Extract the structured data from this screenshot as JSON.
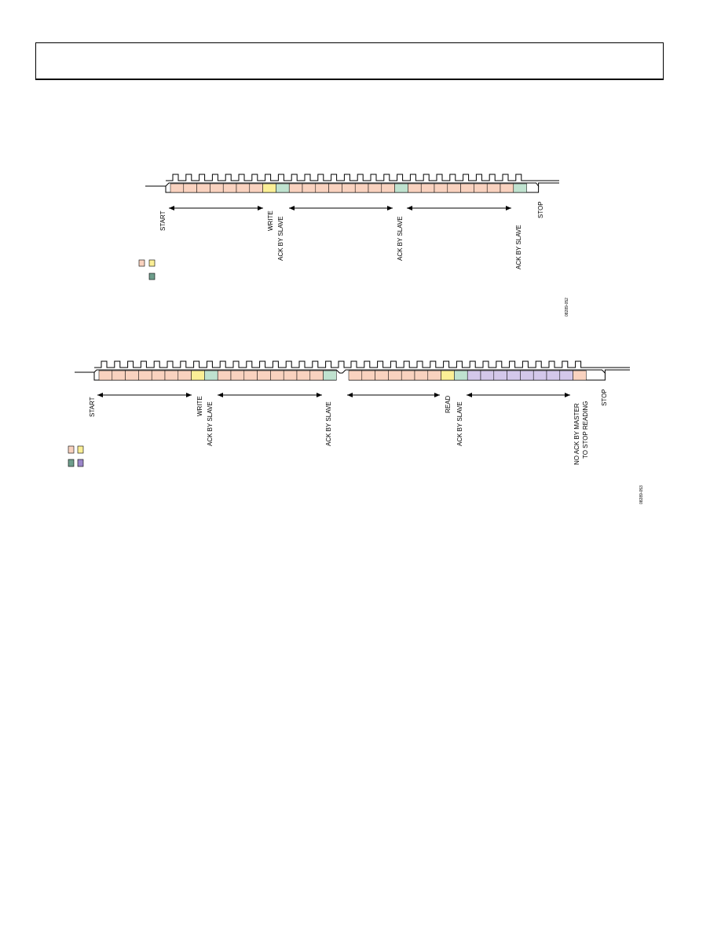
{
  "header": {
    "text": ""
  },
  "colors": {
    "address": "#f9d2bf",
    "write_read": "#fbef96",
    "ack": "#bfe2cf",
    "read_data": "#d3c7ea",
    "line": "#000000",
    "legend_ack": "#6e9e8c",
    "legend_data": "#9b86c9"
  },
  "diagram1": {
    "labels": {
      "start": "START",
      "write": "WRITE",
      "ack1": "ACK BY SLAVE",
      "ack2": "ACK BY SLAVE",
      "ack3": "ACK BY SLAVE",
      "stop": "STOP"
    },
    "figure_id": "08289-052",
    "segments": [
      "address",
      "address",
      "address",
      "address",
      "address",
      "address",
      "address",
      "write_read",
      "ack",
      "address",
      "address",
      "address",
      "address",
      "address",
      "address",
      "address",
      "address",
      "ack",
      "address",
      "address",
      "address",
      "address",
      "address",
      "address",
      "address",
      "address",
      "ack"
    ]
  },
  "diagram2": {
    "labels": {
      "start": "START",
      "write": "WRITE",
      "ack1": "ACK BY SLAVE",
      "ack2": "ACK BY SLAVE",
      "read": "READ",
      "ack3": "ACK BY SLAVE",
      "nack_line1": "NO ACK BY MASTER",
      "nack_line2": "TO STOP READING",
      "stop": "STOP"
    },
    "figure_id": "08289-053",
    "segments_a": [
      "address",
      "address",
      "address",
      "address",
      "address",
      "address",
      "address",
      "write_read",
      "ack",
      "address",
      "address",
      "address",
      "address",
      "address",
      "address",
      "address",
      "address",
      "ack"
    ],
    "segments_b": [
      "address",
      "address",
      "address",
      "address",
      "address",
      "address",
      "address",
      "write_read",
      "ack",
      "read_data",
      "read_data",
      "read_data",
      "read_data",
      "read_data",
      "read_data",
      "read_data",
      "read_data",
      "address"
    ]
  }
}
